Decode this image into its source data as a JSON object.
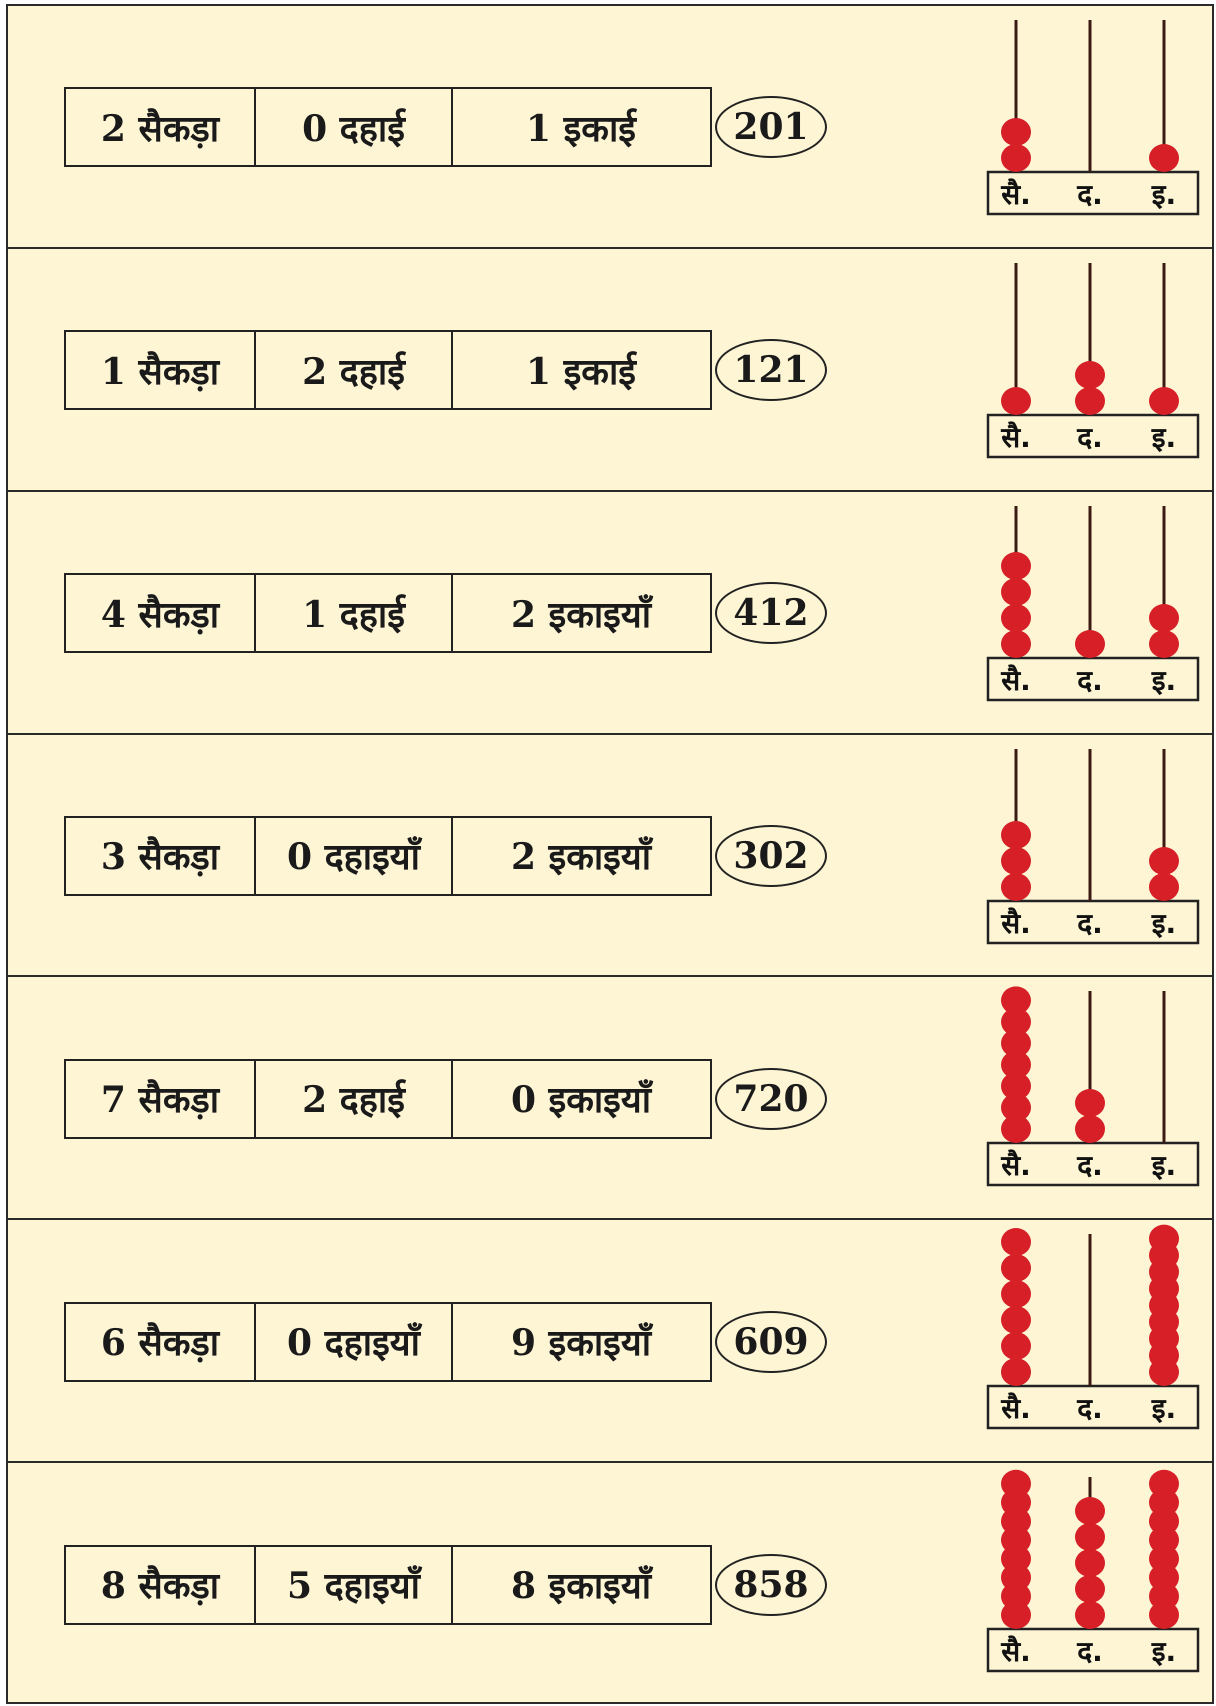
{
  "colors": {
    "background": "#fdf5d4",
    "bead": "#d61f26",
    "rod": "#3a1a12",
    "border": "#222222"
  },
  "rows": [
    {
      "hundreds_label": "2 सैकड़ा",
      "tens_label": "0 दहाई",
      "ones_label": "1 इकाई",
      "number": "201",
      "abacus": {
        "hundreds": 2,
        "tens": 0,
        "ones": 1,
        "labels": [
          "सै.",
          "द.",
          "इ."
        ]
      }
    },
    {
      "hundreds_label": "1 सैकड़ा",
      "tens_label": "2 दहाई",
      "ones_label": "1 इकाई",
      "number": "121",
      "abacus": {
        "hundreds": 1,
        "tens": 2,
        "ones": 1,
        "labels": [
          "सै.",
          "द.",
          "इ."
        ]
      }
    },
    {
      "hundreds_label": "4 सैकड़ा",
      "tens_label": "1 दहाई",
      "ones_label": "2 इकाइयाँ",
      "number": "412",
      "abacus": {
        "hundreds": 4,
        "tens": 1,
        "ones": 2,
        "labels": [
          "सै.",
          "द.",
          "इ."
        ]
      }
    },
    {
      "hundreds_label": "3 सैकड़ा",
      "tens_label": "0 दहाइयाँ",
      "ones_label": "2 इकाइयाँ",
      "number": "302",
      "abacus": {
        "hundreds": 3,
        "tens": 0,
        "ones": 2,
        "labels": [
          "सै.",
          "द.",
          "इ."
        ]
      }
    },
    {
      "hundreds_label": "7 सैकड़ा",
      "tens_label": "2 दहाई",
      "ones_label": "0 इकाइयाँ",
      "number": "720",
      "abacus": {
        "hundreds": 7,
        "tens": 2,
        "ones": 0,
        "labels": [
          "सै.",
          "द.",
          "इ."
        ]
      }
    },
    {
      "hundreds_label": "6 सैकड़ा",
      "tens_label": "0 दहाइयाँ",
      "ones_label": "9 इकाइयाँ",
      "number": "609",
      "abacus": {
        "hundreds": 6,
        "tens": 0,
        "ones": 9,
        "labels": [
          "सै.",
          "द.",
          "इ."
        ]
      }
    },
    {
      "hundreds_label": "8 सैकड़ा",
      "tens_label": "5 दहाइयाँ",
      "ones_label": "8 इकाइयाँ",
      "number": "858",
      "abacus": {
        "hundreds": 8,
        "tens": 5,
        "ones": 8,
        "labels": [
          "सै.",
          "द.",
          "इ."
        ]
      }
    }
  ]
}
